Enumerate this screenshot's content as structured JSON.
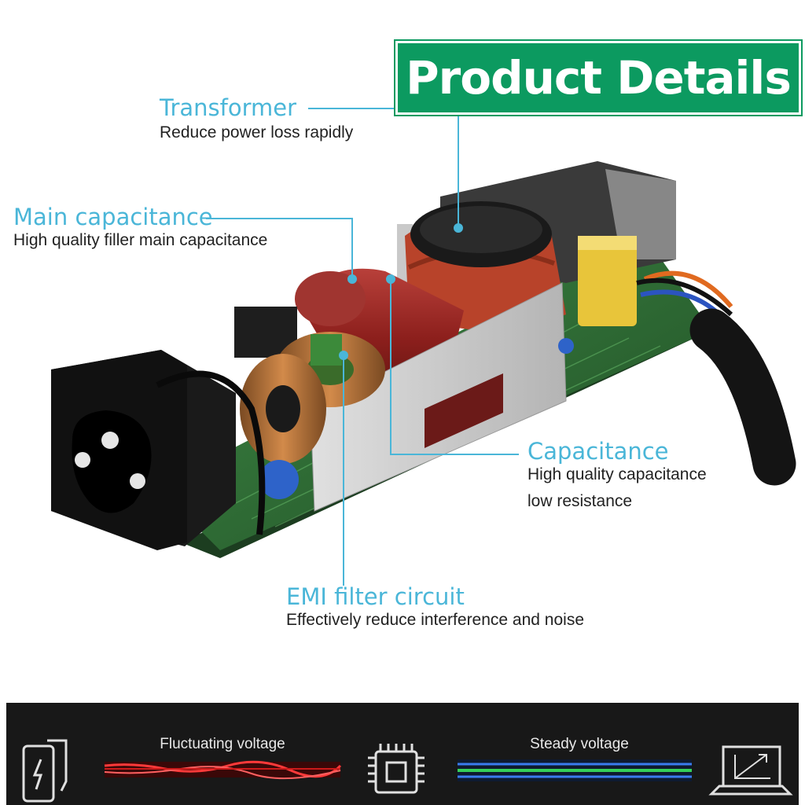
{
  "banner": {
    "title": "Product Details"
  },
  "callouts": {
    "transformer": {
      "title": "Transformer",
      "desc": "Reduce power loss rapidly"
    },
    "main_capacitance": {
      "title": "Main capacitance",
      "desc": "High quality filler main capacitance"
    },
    "capacitance": {
      "title": "Capacitance",
      "desc_line1": "High quality capacitance",
      "desc_line2": "low resistance"
    },
    "emi_filter": {
      "title": "EMI filter circuit",
      "desc": "Effectively reduce interference and noise"
    }
  },
  "bottom_bar": {
    "left_label": "Fluctuating voltage",
    "right_label": "Steady voltage",
    "icons": [
      "battery-charging-icon",
      "chip-icon",
      "laptop-icon"
    ]
  },
  "colors": {
    "accent": "#4ab6d8",
    "banner": "#0c9a60",
    "bar": "#181818",
    "pcb": "#2e6b34"
  }
}
